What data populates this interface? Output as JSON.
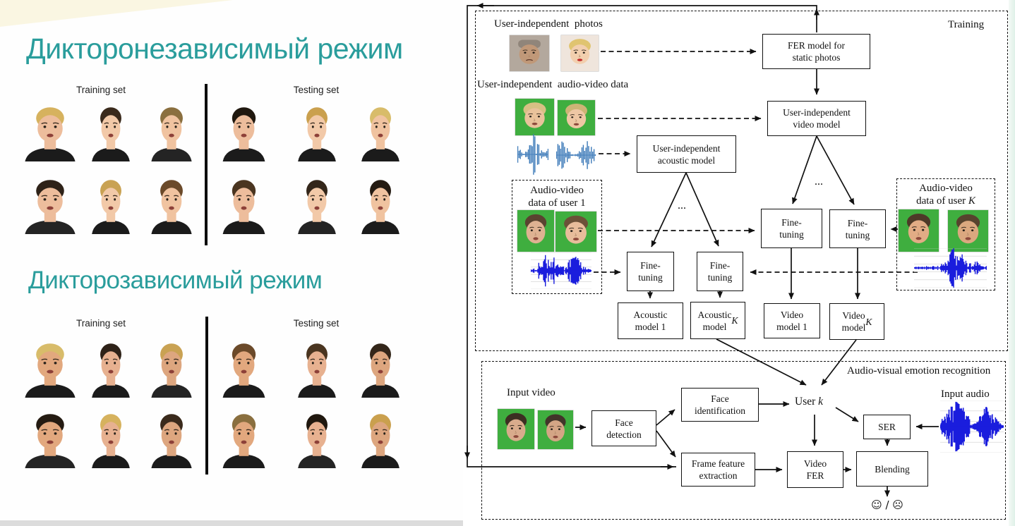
{
  "left_slide": {
    "accent_color": "#2a9d9c",
    "sections": [
      {
        "title": "Дикторонезависимый режим",
        "train_label": "Training set",
        "test_label": "Testing set"
      },
      {
        "title": "Дикторозависимый режим",
        "train_label": "Training set",
        "test_label": "Testing set"
      }
    ],
    "face_hair_colors": [
      "#d6b25e",
      "#3a2a1c",
      "#8a6f3f",
      "#20180f",
      "#caa04e",
      "#d8bc6a",
      "#2e2218",
      "#c9a253",
      "#6b4a2a",
      "#4a3520",
      "#33261a",
      "#241b12"
    ],
    "face_skin_colors": [
      "#edbd9c",
      "#e2a87e",
      "#f2c9a8",
      "#e7b190",
      "#f0c3a0",
      "#dda67f"
    ]
  },
  "diagram": {
    "containers": {
      "training": "Training",
      "recognition": "Audio-visual emotion recognition",
      "user1": "Audio-video\ndata of user 1",
      "userK": "Audio-video\ndata of user K"
    },
    "labels": {
      "photos": "User-independent  photos",
      "av_data": "User-independent  audio-video data",
      "input_video": "Input video",
      "input_audio": "Input audio",
      "user_k": "User k",
      "dots1": "...",
      "dots2": "...",
      "result": "☺ / ☹"
    },
    "boxes": {
      "fer": "FER model for\nstatic photos",
      "uivideo": "User-independent\nvideo model",
      "uiacoustic": "User-independent\nacoustic model",
      "ftv1": "Fine-\ntuning",
      "ftvK": "Fine-\ntuning",
      "fta1": "Fine-\ntuning",
      "ftaK": "Fine-\ntuning",
      "am1": "Acoustic\nmodel 1",
      "amK": "Acoustic\nmodel K",
      "vm1": "Video\nmodel 1",
      "vmK": "Video\nmodel K",
      "fdet": "Face\ndetection",
      "fid": "Face\nidentification",
      "ffe": "Frame feature\nextraction",
      "vfer": "Video\nFER",
      "ser": "SER",
      "blend": "Blending"
    },
    "line_color": "#111111",
    "waveform_colors": {
      "small": "#3b79b8",
      "large": "#1a1ddd"
    }
  }
}
